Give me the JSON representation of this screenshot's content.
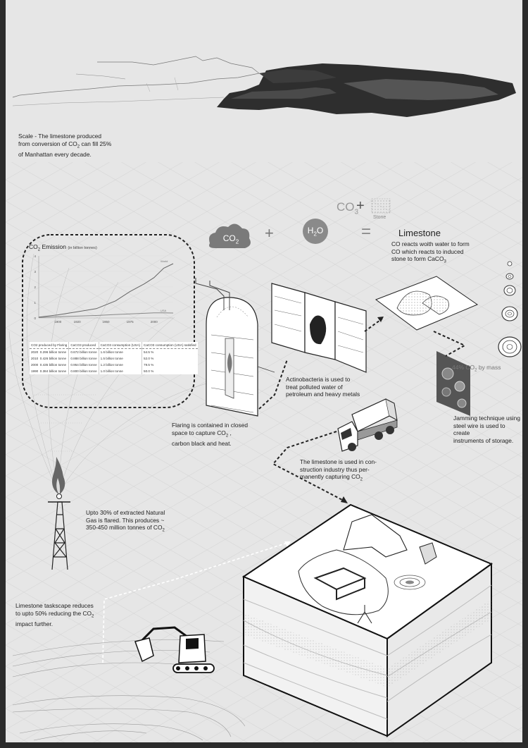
{
  "scale_note": {
    "line1": "Scale - The limestone produced",
    "line2a": "from conversion of CO",
    "line2b": "2",
    "line2c": " can fill 25%",
    "line3": "of Manhattan every decade."
  },
  "formula": {
    "co3": "CO",
    "co3_sub": "3",
    "plus": "+",
    "stone_label": "Stone",
    "co2": "CO",
    "co2_sub": "2",
    "eq_plus": "+",
    "h2o_a": "H",
    "h2o_sub": "2",
    "h2o_b": "O",
    "equals": "=",
    "result": "Limestone"
  },
  "limestone_note": {
    "line1": "CO reacts woith water to form",
    "line2": "CO which reacts to induced",
    "line3a": "stone to form CaCO",
    "line3b": "3"
  },
  "mass_note": {
    "a": "44% CO",
    "sub": "2",
    "b": " by mass"
  },
  "actino_note": {
    "line1": "Actinobacteria is used to",
    "line2": "treat polluted water of",
    "line3": "petroleum and heavy metals"
  },
  "flaring_note": {
    "line1": "Flaring is contained in closed",
    "line2a": "space to capture CO",
    "line2b": "2",
    "line2c": " ,",
    "line3": "carbon black and heat."
  },
  "jamming_note": {
    "line1": "Jamming technique using",
    "line2": "steel wire is used to create",
    "line3": "instruments of storage."
  },
  "construction_note": {
    "line1": "The limestone is used in con-",
    "line2": "struction industry thus per-",
    "line3a": "manently capturing CO",
    "line3b": "2"
  },
  "gas_note": {
    "line1": "Upto 30% of extracted Natural",
    "line2": "Gas is flared. This produces ~",
    "line3a": "350-450 million tonnes of CO",
    "line3b": "2"
  },
  "taskscape_note": {
    "line1": "Limestone taskscape reduces",
    "line2a": "to upto 50% reducing the CO",
    "line2b": "2",
    "line3": "impact further."
  },
  "chart_data": {
    "type": "line",
    "title_a": "CO",
    "title_sub": "2",
    "title_b": " Emission",
    "unit": "(in billion tonnes)",
    "x_ticks": [
      "1900",
      "1920",
      "1950",
      "1975",
      "2000"
    ],
    "y_ticks": [
      "0",
      "1",
      "2",
      "3",
      "4"
    ],
    "ylim": [
      0,
      4
    ],
    "x_values": [
      1880,
      1900,
      1920,
      1940,
      1960,
      1975,
      1990,
      2000,
      2010,
      2020
    ],
    "series": [
      {
        "name": "World",
        "values": [
          0.05,
          0.2,
          0.4,
          0.6,
          1.1,
          1.7,
          2.2,
          2.6,
          3.2,
          3.5
        ]
      },
      {
        "name": "USA",
        "values": [
          0.02,
          0.08,
          0.12,
          0.16,
          0.22,
          0.26,
          0.3,
          0.33,
          0.33,
          0.32
        ]
      }
    ],
    "colors": {
      "world": "#666666",
      "usa": "#888888"
    }
  },
  "table": {
    "headers": [
      "CO2 produced by Flaring",
      "CaCO3 produced",
      "CaCO3 consumption (USA)",
      "CaCO3 consumption (USA) satisfied"
    ],
    "rows": [
      [
        "2020",
        "0.296 billion tonne",
        "0.672 billion tonne",
        "1.6 billion tonne",
        "54.5 %"
      ],
      [
        "2010",
        "0.426 billion tonne",
        "0.888 billion tonne",
        "1.5 billion tonne",
        "52.0 %"
      ],
      [
        "2000",
        "0.435 billion tonne",
        "0.954 billion tonne",
        "1.2 billion tonne",
        "79.5 %"
      ],
      [
        "1990",
        "0.384 billion tonne",
        "0.800 billion tonne",
        "1.0 billion tonne",
        "50.0 %"
      ]
    ]
  }
}
